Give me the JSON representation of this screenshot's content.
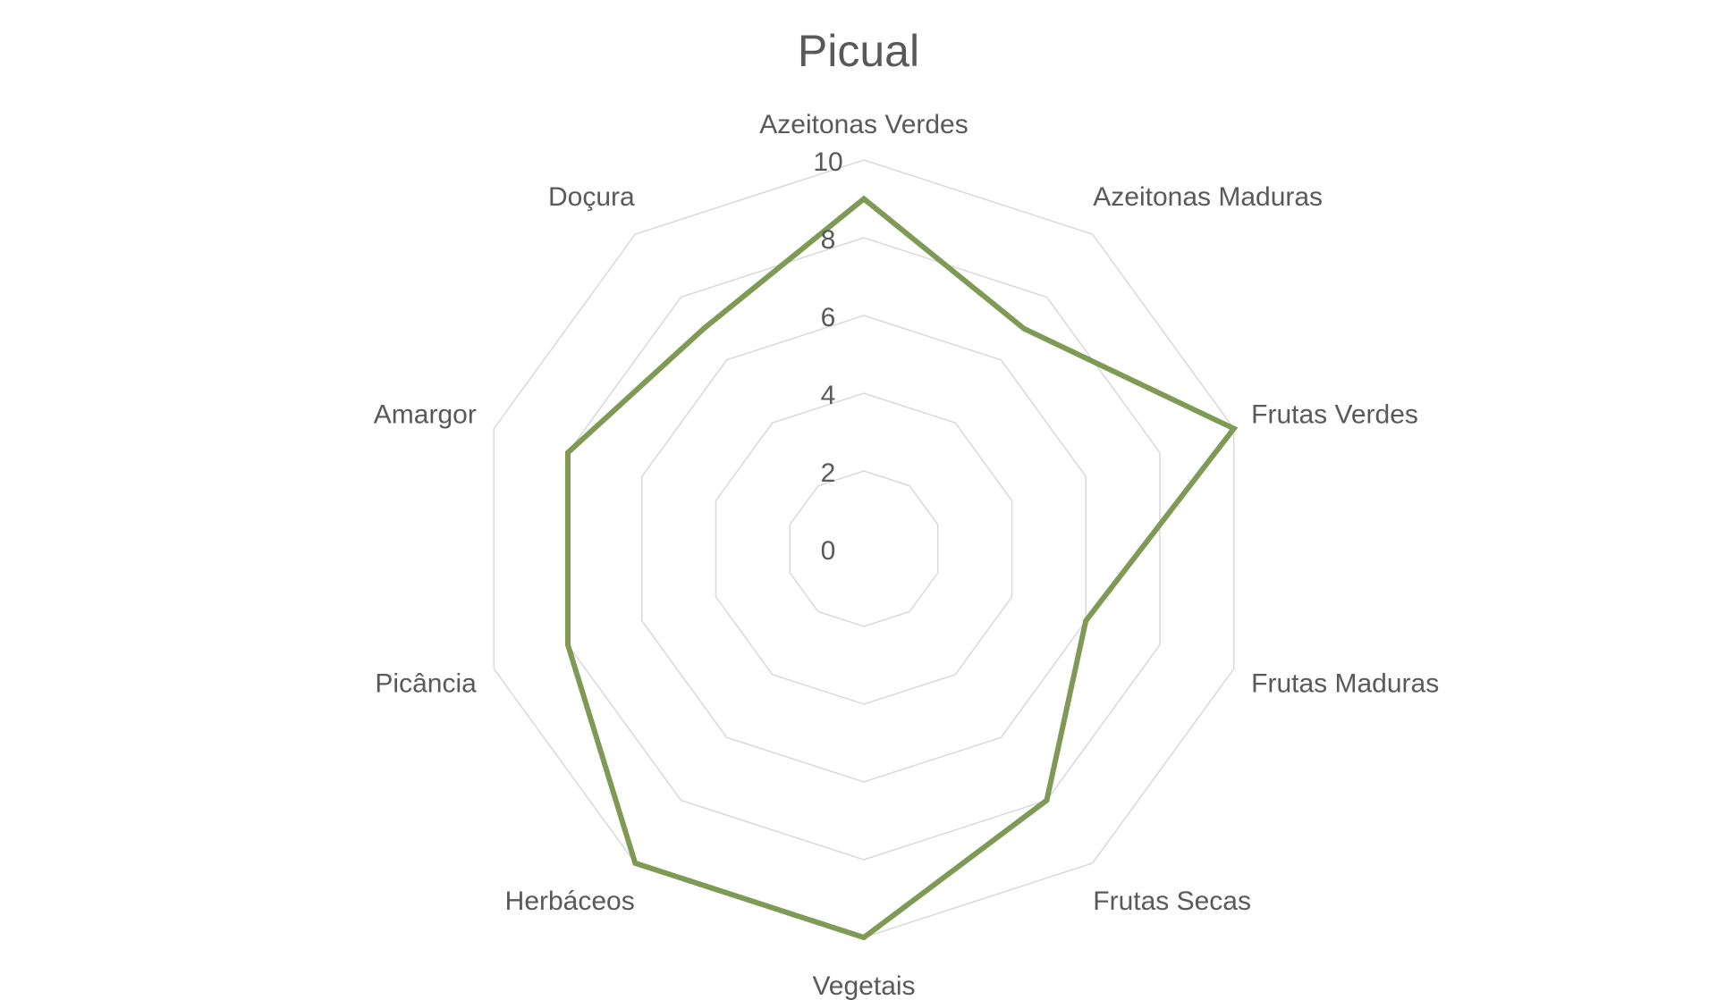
{
  "chart_data": {
    "type": "radar",
    "title": "Picual",
    "categories": [
      "Azeitonas Verdes",
      "Azeitonas Maduras",
      "Frutas Verdes",
      "Frutas Maduras",
      "Frutas Secas",
      "Vegetais",
      "Herbáceos",
      "Picância",
      "Amargor",
      "Doçura"
    ],
    "series": [
      {
        "values": [
          9,
          7,
          10,
          6,
          8,
          10,
          10,
          8,
          8,
          7
        ]
      }
    ],
    "radial_ticks": [
      "0",
      "2",
      "4",
      "6",
      "8",
      "10"
    ],
    "rlim": [
      0,
      10
    ],
    "grid": true,
    "legend": "none",
    "colors": {
      "series": "#7f9a55",
      "grid": "#d9d9d9",
      "text": "#595959"
    }
  }
}
